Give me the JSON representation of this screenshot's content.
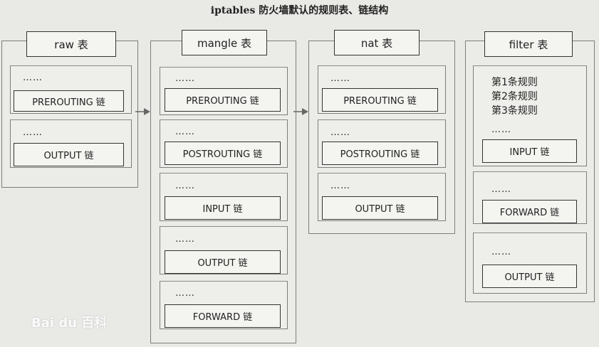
{
  "title": "iptables 防火墙默认的规则表、链结构",
  "dots": "……",
  "tables": {
    "raw": {
      "label": "raw 表",
      "chains": [
        "PREROUTING 链",
        "OUTPUT 链"
      ]
    },
    "mangle": {
      "label": "mangle 表",
      "chains": [
        "PREROUTING 链",
        "POSTROUTING 链",
        "INPUT 链",
        "OUTPUT 链",
        "FORWARD 链"
      ]
    },
    "nat": {
      "label": "nat 表",
      "chains": [
        "PREROUTING 链",
        "POSTROUTING 链",
        "OUTPUT 链"
      ]
    },
    "filter": {
      "label": "filter 表",
      "rules": [
        "第1条规则",
        "第2条规则",
        "第3条规则"
      ],
      "chains": [
        "INPUT 链",
        "FORWARD 链",
        "OUTPUT 链"
      ]
    }
  },
  "watermark": "Bai du 百科"
}
